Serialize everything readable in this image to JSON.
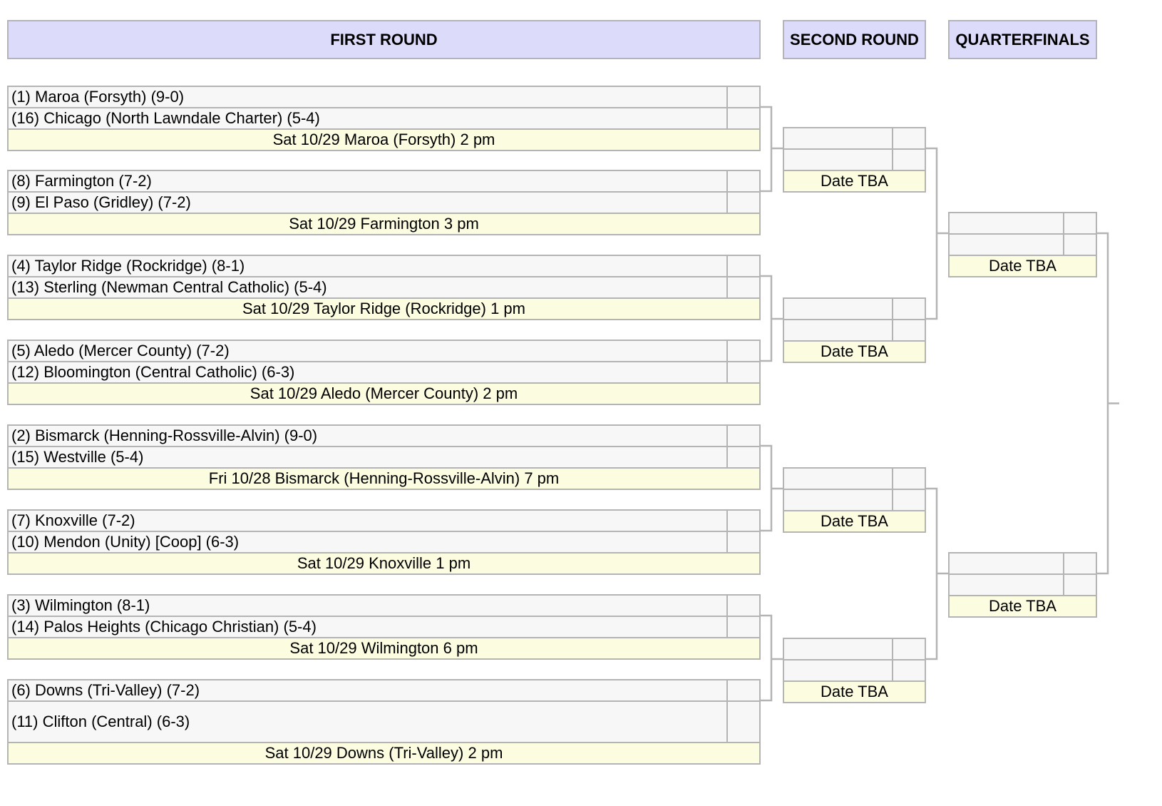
{
  "headers": {
    "first_round": "FIRST ROUND",
    "second_round": "SECOND ROUND",
    "quarterfinals": "QUARTERFINALS"
  },
  "first_round": [
    {
      "team_a": "(1) Maroa (Forsyth) (9-0)",
      "team_b": "(16) Chicago (North Lawndale Charter) (5-4)",
      "info": "Sat 10/29 Maroa (Forsyth) 2 pm"
    },
    {
      "team_a": "(8) Farmington (7-2)",
      "team_b": "(9) El Paso (Gridley) (7-2)",
      "info": "Sat 10/29 Farmington 3 pm"
    },
    {
      "team_a": "(4) Taylor Ridge (Rockridge) (8-1)",
      "team_b": "(13) Sterling (Newman Central Catholic) (5-4)",
      "info": "Sat 10/29 Taylor Ridge (Rockridge) 1 pm"
    },
    {
      "team_a": "(5) Aledo (Mercer County) (7-2)",
      "team_b": "(12) Bloomington (Central Catholic) (6-3)",
      "info": "Sat 10/29 Aledo (Mercer County) 2 pm"
    },
    {
      "team_a": "(2) Bismarck (Henning-Rossville-Alvin) (9-0)",
      "team_b": "(15) Westville (5-4)",
      "info": "Fri 10/28 Bismarck (Henning-Rossville-Alvin) 7 pm"
    },
    {
      "team_a": "(7) Knoxville (7-2)",
      "team_b": "(10) Mendon (Unity) [Coop] (6-3)",
      "info": "Sat 10/29 Knoxville 1 pm"
    },
    {
      "team_a": "(3) Wilmington (8-1)",
      "team_b": "(14) Palos Heights (Chicago Christian) (5-4)",
      "info": "Sat 10/29 Wilmington 6 pm"
    },
    {
      "team_a": "(6) Downs (Tri-Valley) (7-2)",
      "team_b": "(11) Clifton (Central) (6-3)",
      "info": "Sat 10/29 Downs (Tri-Valley) 2 pm"
    }
  ],
  "second_round": [
    {
      "team_a": "",
      "team_b": "",
      "info": "Date TBA"
    },
    {
      "team_a": "",
      "team_b": "",
      "info": "Date TBA"
    },
    {
      "team_a": "",
      "team_b": "",
      "info": "Date TBA"
    },
    {
      "team_a": "",
      "team_b": "",
      "info": "Date TBA"
    }
  ],
  "quarterfinals": [
    {
      "team_a": "",
      "team_b": "",
      "info": "Date TBA"
    },
    {
      "team_a": "",
      "team_b": "",
      "info": "Date TBA"
    }
  ]
}
